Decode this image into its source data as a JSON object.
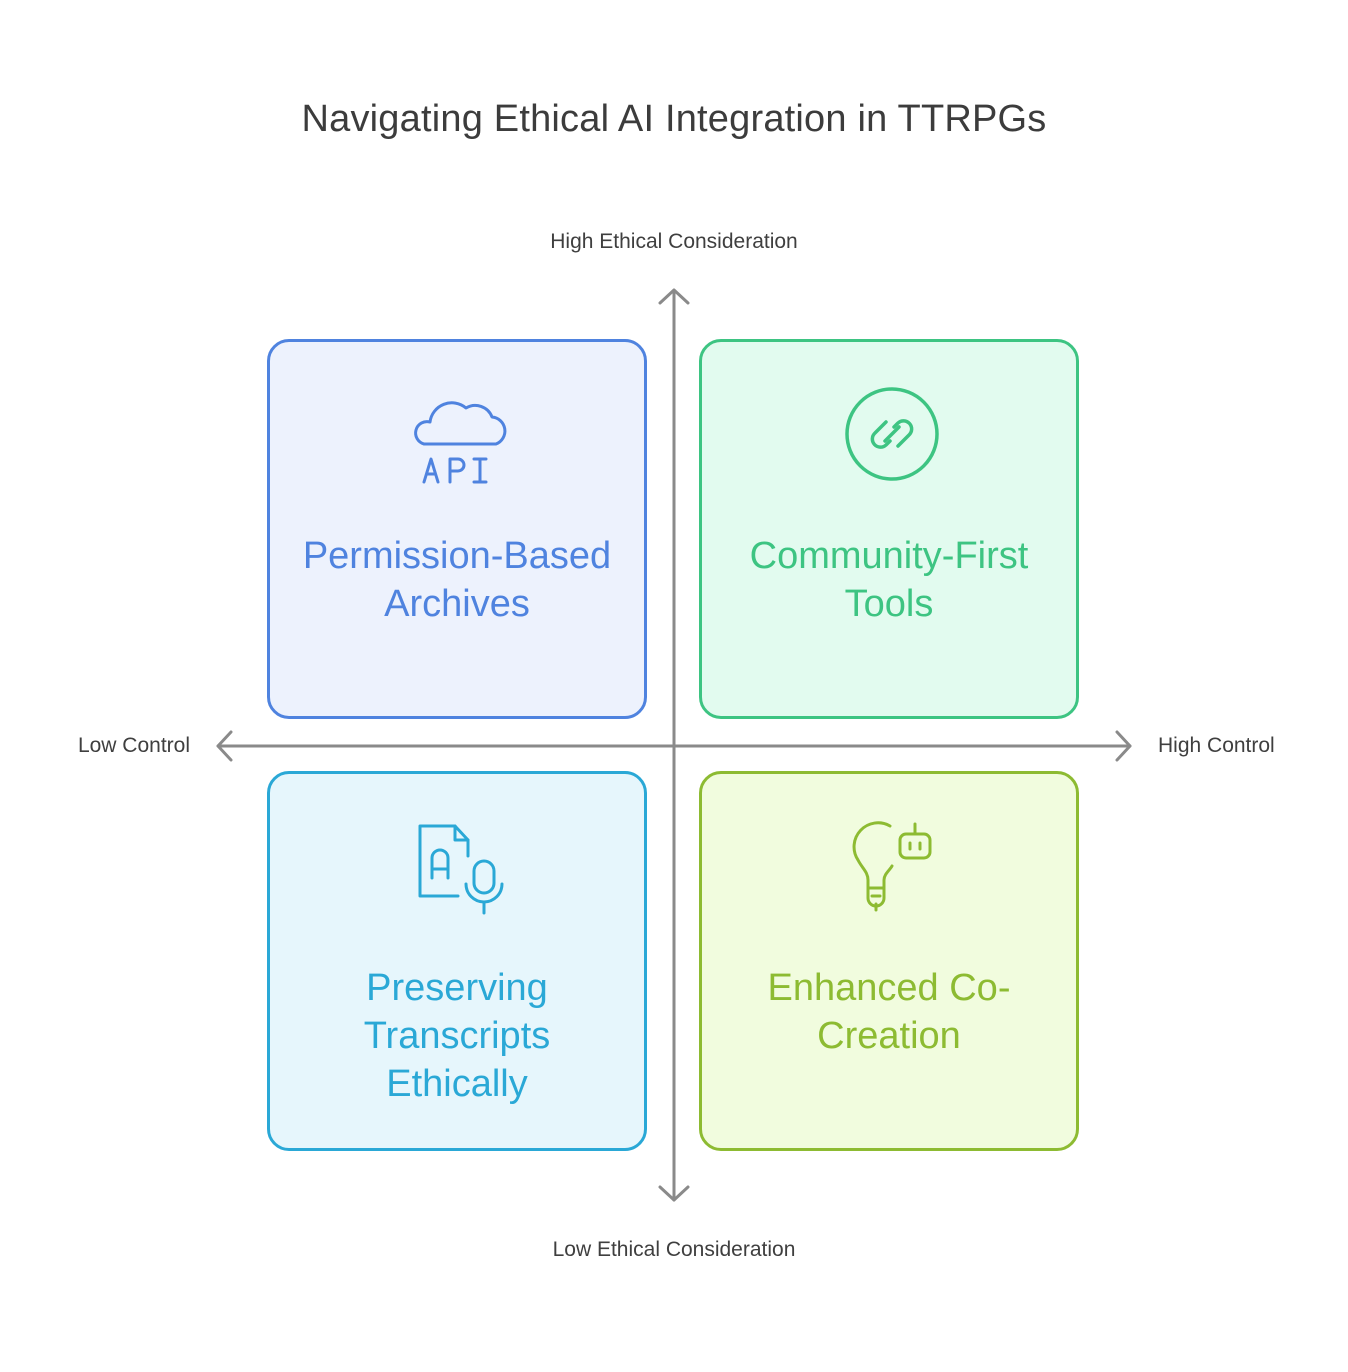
{
  "title": "Navigating Ethical AI Integration in TTRPGs",
  "axes": {
    "top": "High Ethical Consideration",
    "bottom": "Low Ethical Consideration",
    "left": "Low Control",
    "right": "High Control"
  },
  "quadrants": {
    "top_left": {
      "line1": "Permission-Based",
      "line2": "Archives",
      "icon": "cloud-api-icon",
      "color": "#4f83df"
    },
    "top_right": {
      "line1": "Community-First",
      "line2": "Tools",
      "icon": "link-circle-icon",
      "color": "#3dc482"
    },
    "bottom_left": {
      "line1": "Preserving",
      "line2": "Transcripts",
      "line3": "Ethically",
      "icon": "document-microphone-icon",
      "color": "#2aa8d6"
    },
    "bottom_right": {
      "line1": "Enhanced Co-",
      "line2": "Creation",
      "icon": "lightbulb-robot-icon",
      "color": "#8dbb32"
    }
  }
}
